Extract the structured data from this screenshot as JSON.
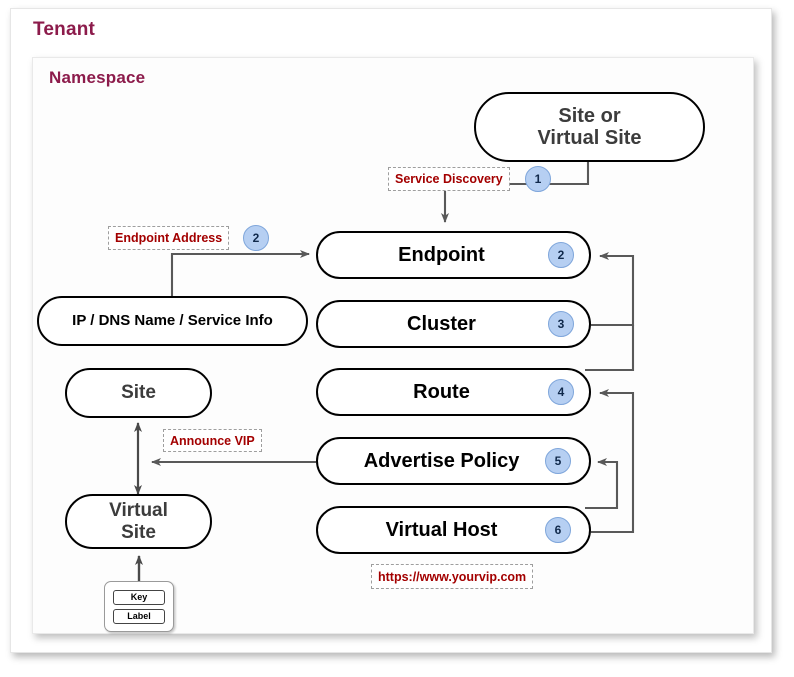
{
  "frames": {
    "tenant_title": "Tenant",
    "namespace_title": "Namespace"
  },
  "nodes": {
    "site_or_virtual_site": "Site or\nVirtual Site",
    "endpoint": "Endpoint",
    "cluster": "Cluster",
    "route": "Route",
    "advertise_policy": "Advertise Policy",
    "virtual_host": "Virtual Host",
    "ip_dns_service_info": "IP / DNS Name / Service Info",
    "site": "Site",
    "virtual_site": "Virtual\nSite"
  },
  "badges": {
    "service_discovery": "1",
    "endpoint_address": "2",
    "endpoint": "2",
    "cluster": "3",
    "route": "4",
    "advertise_policy": "5",
    "virtual_host": "6"
  },
  "annotations": {
    "service_discovery": "Service Discovery",
    "endpoint_address": "Endpoint Address",
    "announce_vip": "Announce VIP",
    "vip_url": "https://www.yourvip.com"
  },
  "legend": {
    "key": "Key",
    "label": "Label"
  },
  "colors": {
    "frame_title": "#8c1b4b",
    "annotation_text": "#a30000",
    "badge_fill": "#b6cff2",
    "badge_border": "#7fa6db",
    "node_border": "#000000",
    "wire": "#595959",
    "node_text_dark": "#3c3c3c"
  }
}
